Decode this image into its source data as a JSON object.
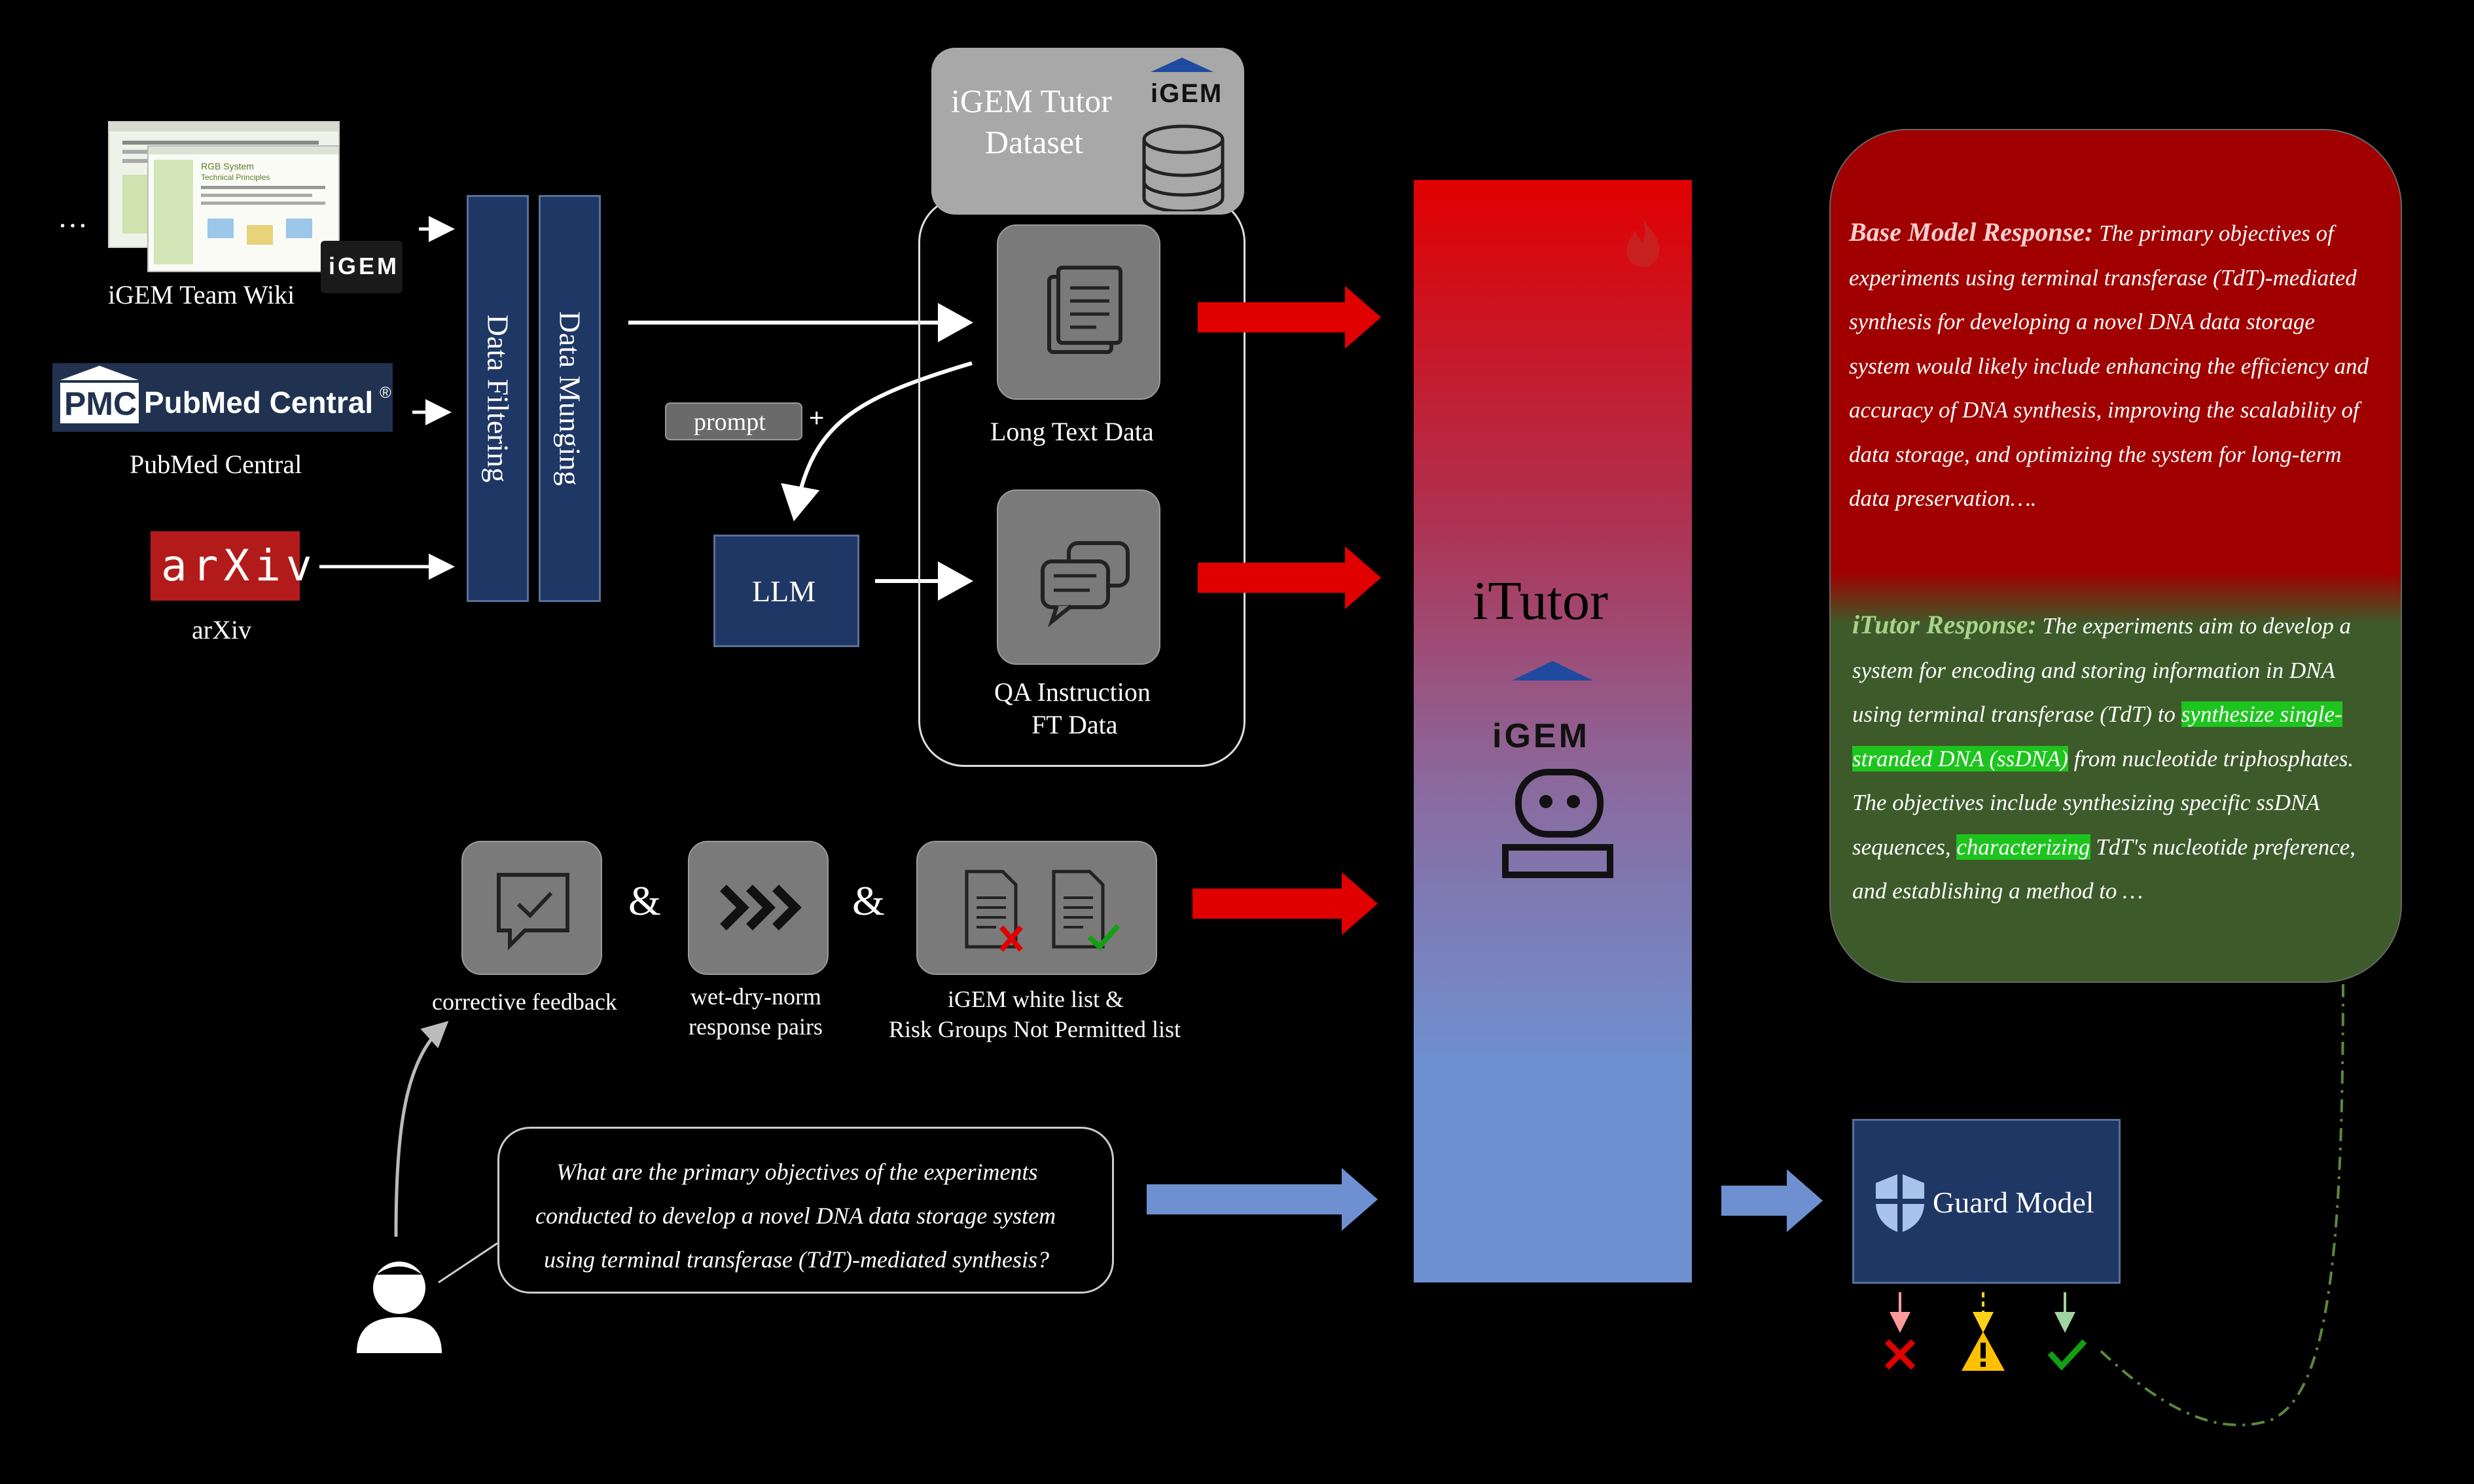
{
  "sources": {
    "ellipsis": "…",
    "igem_wiki": {
      "label": "iGEM Team Wiki",
      "wiki_title": "RGB System",
      "wiki_subtitle": "Technical Principles",
      "badge": "iGEM"
    },
    "pmc": {
      "logo_abbr": "PMC",
      "logo_name": "PubMed Central",
      "reg": "®",
      "label": "PubMed Central"
    },
    "arxiv": {
      "logo": "arXiv",
      "label": "arXiv"
    }
  },
  "processing": {
    "filtering": "Data Filtering",
    "munging": "Data Munging"
  },
  "dataset": {
    "title_line1": "iGEM Tutor",
    "title_line2": "Dataset",
    "badge": "iGEM"
  },
  "prompt_chip": "prompt",
  "plus": "+",
  "llm": "LLM",
  "long_text": "Long Text Data",
  "qa": {
    "line1": "QA Instruction",
    "line2": "FT Data"
  },
  "feedback": {
    "corrective": "corrective feedback",
    "ampersand": "&",
    "wdn_line1": "wet-dry-norm",
    "wdn_line2": "response pairs",
    "list_line1": "iGEM white list &",
    "list_line2": "Risk Groups Not Permitted list"
  },
  "model": {
    "name": "iTutor",
    "badge": "iGEM"
  },
  "question": {
    "line1": "What are the primary objectives of the experiments",
    "line2": "conducted to develop a novel DNA data storage system",
    "line3": "using terminal transferase (TdT)-mediated synthesis?"
  },
  "guard": {
    "label": "Guard Model"
  },
  "base_response": {
    "heading": "Base Model Response:",
    "lines": [
      "experiments using terminal transferase (TdT)-mediated",
      "synthesis for developing a novel DNA data storage",
      "system would likely include enhancing the efficiency and",
      "accuracy of DNA synthesis, improving the scalability of",
      "data storage, and optimizing the system for long-term",
      "data preservation…."
    ],
    "first_line_rest": " The primary objectives of"
  },
  "itutor_response": {
    "heading": "iTutor Response:",
    "l1": " The experiments aim to develop a",
    "l2": "system for encoding and storing information in DNA",
    "l3_pre": "using terminal transferase (TdT) to ",
    "l3_hl": "synthesize single-",
    "l4_hl": "stranded DNA (ssDNA)",
    "l4_post": " from nucleotide triphosphates.",
    "l5": "The objectives include synthesizing specific ssDNA",
    "l6_pre": "sequences, ",
    "l6_hl": "characterizing",
    "l6_post": " TdT's nucleotide preference,",
    "l7": "and establishing a method to …"
  },
  "colors": {
    "navy": "#1f3764",
    "red_arrow": "#e00000",
    "blue_arrow": "#6f90d0",
    "base_bg": "#a00000",
    "itutor_bg": "#3d5a2a",
    "highlight": "#1ec41e"
  }
}
